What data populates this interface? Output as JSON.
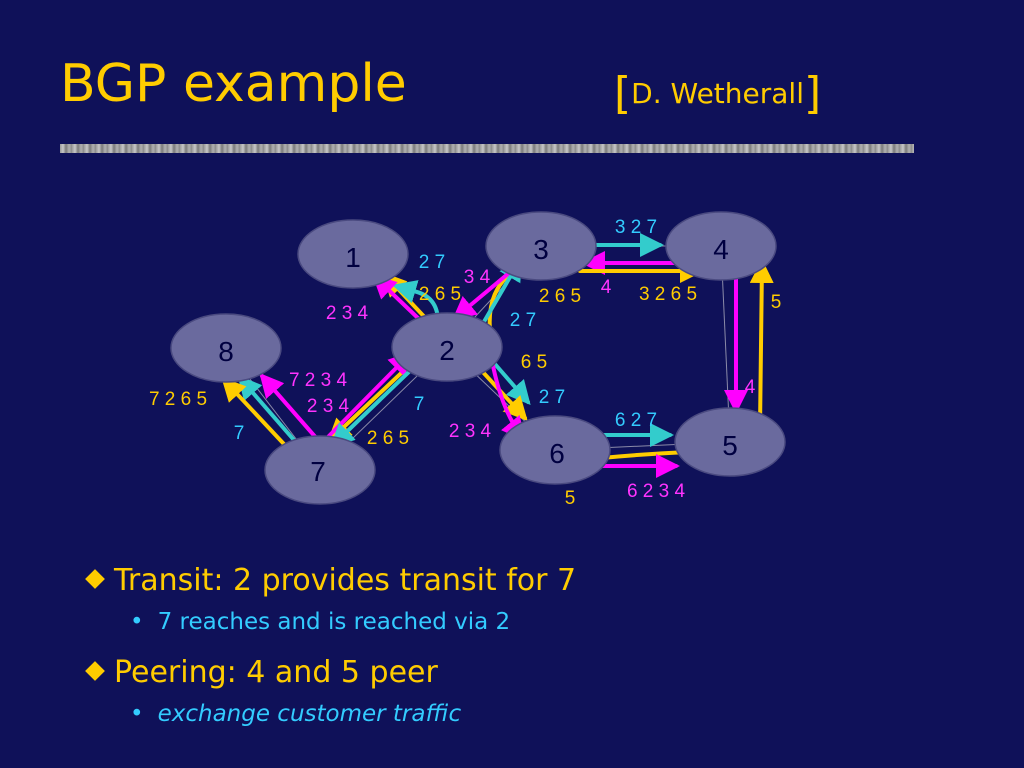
{
  "title": "BGP example",
  "credit": {
    "open": "[",
    "name": "D. Wetherall",
    "close": "]"
  },
  "colors": {
    "background": "#0f1159",
    "yellow": "#ffcc00",
    "magenta": "#ff00ff",
    "cyan": "#33cccc",
    "node": "#6a6a9e",
    "node_border": "#4a4a80",
    "label_yellow": "#ffcc00",
    "label_magenta": "#ff33ff",
    "label_cyan": "#33ccff"
  },
  "nodes": [
    {
      "id": "1",
      "label": "1"
    },
    {
      "id": "2",
      "label": "2"
    },
    {
      "id": "3",
      "label": "3"
    },
    {
      "id": "4",
      "label": "4"
    },
    {
      "id": "5",
      "label": "5"
    },
    {
      "id": "6",
      "label": "6"
    },
    {
      "id": "7",
      "label": "7"
    },
    {
      "id": "8",
      "label": "8"
    }
  ],
  "route_labels": [
    {
      "text": "2 7",
      "color": "cyan"
    },
    {
      "text": "3 4",
      "color": "magenta"
    },
    {
      "text": "2 6 5",
      "color": "yellow"
    },
    {
      "text": "2 3 4",
      "color": "magenta"
    },
    {
      "text": "2 6 5",
      "color": "yellow"
    },
    {
      "text": "2 7",
      "color": "cyan"
    },
    {
      "text": "3 2 7",
      "color": "cyan"
    },
    {
      "text": "4",
      "color": "magenta"
    },
    {
      "text": "3 2 6 5",
      "color": "yellow"
    },
    {
      "text": "5",
      "color": "yellow"
    },
    {
      "text": "4",
      "color": "magenta"
    },
    {
      "text": "6 5",
      "color": "yellow"
    },
    {
      "text": "2 7",
      "color": "cyan"
    },
    {
      "text": "7 2 3 4",
      "color": "magenta"
    },
    {
      "text": "2 3 4",
      "color": "magenta"
    },
    {
      "text": "7 2 6 5",
      "color": "yellow"
    },
    {
      "text": "7",
      "color": "cyan"
    },
    {
      "text": "7",
      "color": "cyan"
    },
    {
      "text": "2 6 5",
      "color": "yellow"
    },
    {
      "text": "2 3 4",
      "color": "magenta"
    },
    {
      "text": "6 2 7",
      "color": "cyan"
    },
    {
      "text": "6 2 3 4",
      "color": "magenta"
    },
    {
      "text": "5",
      "color": "yellow"
    }
  ],
  "bullets": [
    {
      "text": "Transit: 2 provides transit for 7",
      "sub": "7 reaches and is reached via 2",
      "sub_italic": false
    },
    {
      "text": "Peering: 4 and 5 peer",
      "sub": "exchange customer traffic",
      "sub_italic": true
    }
  ]
}
